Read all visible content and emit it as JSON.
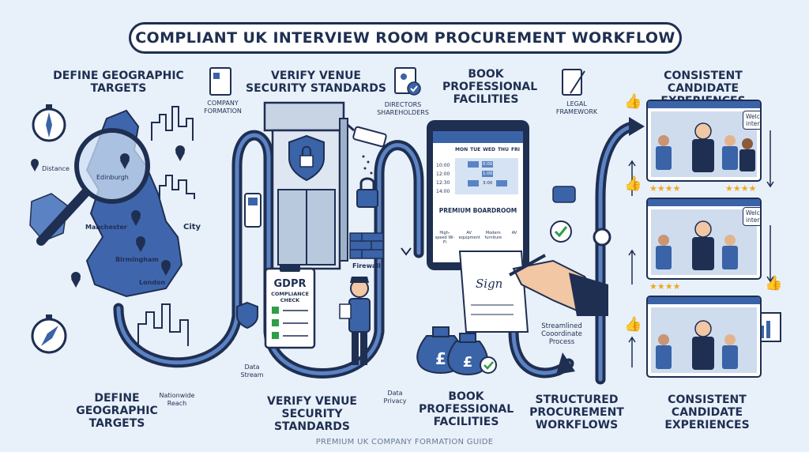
{
  "title": "COMPLIANT UK INTERVIEW ROOM PROCUREMENT WORKFLOW",
  "top_steps": [
    {
      "heading": "DEFINE GEOGRAPHIC TARGETS"
    },
    {
      "heading": "VERIFY VENUE SECURITY STANDARDS"
    },
    {
      "heading": "BOOK PROFESSIONAL FACILITIES"
    },
    {
      "heading": "CONSISTENT CANDIDATE EXPERIENCES"
    }
  ],
  "bottom_steps": [
    {
      "heading": "DEFINE GEOGRAPHIC TARGETS"
    },
    {
      "heading": "VERIFY VENUE SECURITY STANDARDS"
    },
    {
      "heading": "BOOK PROFESSIONAL FACILITIES"
    },
    {
      "heading": "STRUCTURED PROCUREMENT WORKFLOWS"
    },
    {
      "heading": "CONSISTENT CANDIDATE EXPERIENCES"
    }
  ],
  "doc_labels": {
    "company_formation": "COMPANY FORMATION",
    "directors": "DIRECTORS SHAREHOLDERS",
    "legal": "LEGAL FRAMEWORK"
  },
  "map": {
    "distance": "Distance",
    "edinburgh": "Edinburgh",
    "manchester": "Manchester",
    "birmingham": "Birmingham",
    "london": "London",
    "city": "City"
  },
  "security": {
    "firewall": "Firewall",
    "gdpr_title": "GDPR",
    "gdpr_sub": "COMPLIANCE CHECK",
    "data_stream": "Data Stream",
    "data_privacy": "Data Privacy",
    "nationwide": "Nationwide Reach"
  },
  "tablet": {
    "days": [
      "MON",
      "TUE",
      "WED",
      "THU",
      "FRI"
    ],
    "times": [
      "10:00",
      "12:00",
      "12:30",
      "14:00"
    ],
    "slots": [
      "0:00",
      "1:00",
      "3:00"
    ],
    "room": "PREMIUM BOARDROOM",
    "amenities": [
      "High-speed Wi-Fi",
      "AV equipment",
      "Modern furniture",
      "AV"
    ]
  },
  "signature": "Sign",
  "streamlined": "Streamlined Cooordinate Process",
  "bubbles": [
    "Welcome interview",
    "Welcome interview"
  ],
  "stars": "★★★★",
  "footer": "PREMIUM UK COMPANY FORMATION GUIDE",
  "colors": {
    "navy": "#1f2f52",
    "blue": "#3a63a8",
    "light": "#e8f0f9",
    "green": "#2e9e4a",
    "gold": "#f0a81f"
  }
}
